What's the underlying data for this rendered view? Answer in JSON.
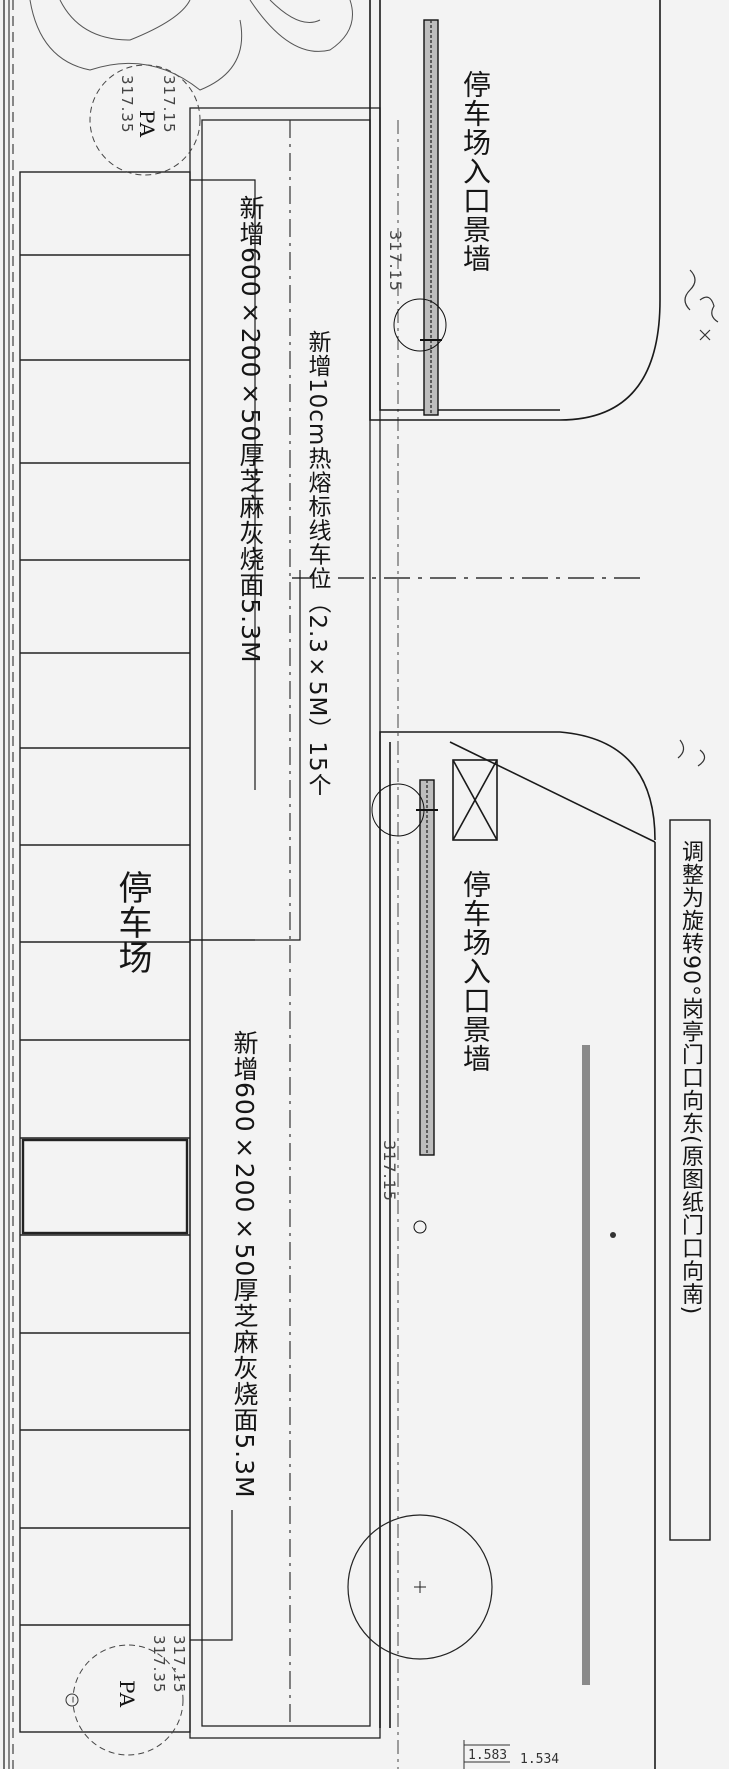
{
  "labels": {
    "parking_lot": "停车场",
    "paving_top": "新增600×200×50厚芝麻灰烧面5.3M",
    "paving_bottom": "新增600×200×50厚芝麻灰烧面5.3M",
    "marking_line1": "新增10cm热熔标线车位（2.3×5M）15个",
    "wall_upper": "停车场入口景墙",
    "wall_lower": "停车场入口景墙",
    "note_box": "调整为旋转90°岗亭门口向东(原图纸门口向南)"
  },
  "elevations": {
    "pa_top": "PA",
    "pa_top_e1": "317.35",
    "pa_top_e2": "317.15",
    "mid_e": "317.15",
    "upper_e": "317.15",
    "pa_bot": "PA",
    "pa_bot_e1": "317.35",
    "pa_bot_e2": "317.15",
    "bottom_n1": "1.583",
    "bottom_n2": "1.534"
  },
  "colors": {
    "ink": "#1a1a1a",
    "paper": "#f3f3f3",
    "grey": "#8a8a8a"
  }
}
